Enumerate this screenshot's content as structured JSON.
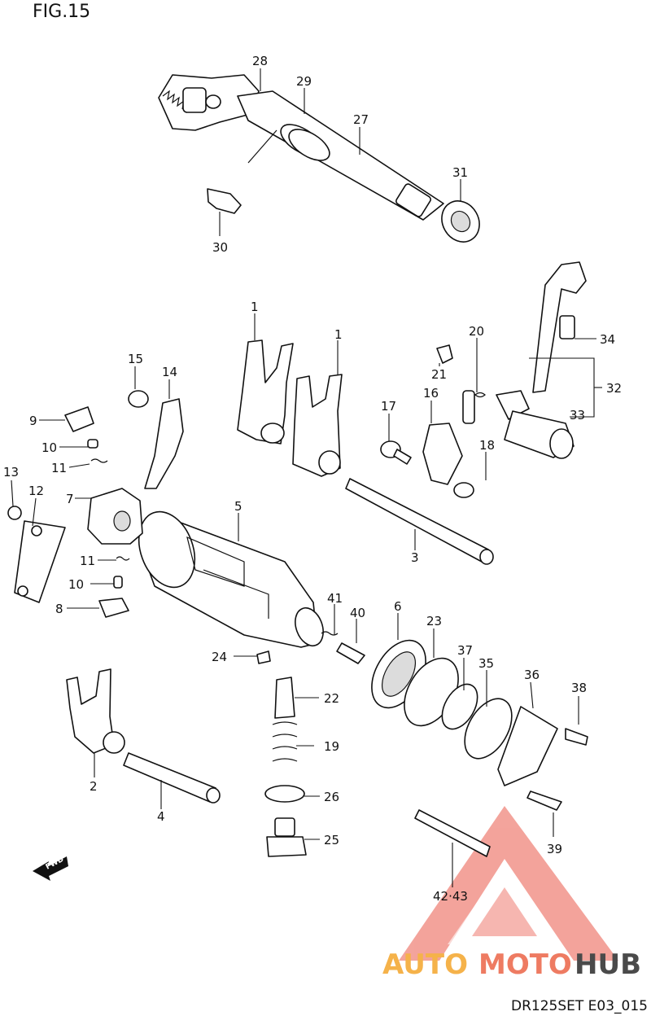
{
  "figure": {
    "title": "FIG.15",
    "code": "DR125SET E03_015"
  },
  "fwd_label": "FWD",
  "watermark": {
    "part1": "AUTO",
    "part2": "MOTO",
    "part3": "HUB"
  },
  "callouts": [
    "1",
    "1",
    "2",
    "3",
    "4",
    "5",
    "6",
    "7",
    "8",
    "9",
    "10",
    "10",
    "11",
    "11",
    "12",
    "13",
    "14",
    "15",
    "16",
    "17",
    "18",
    "19",
    "20",
    "21",
    "22",
    "23",
    "24",
    "25",
    "26",
    "27",
    "28",
    "29",
    "30",
    "31",
    "32",
    "33",
    "34",
    "35",
    "36",
    "37",
    "38",
    "39",
    "40",
    "41",
    "42·43"
  ]
}
